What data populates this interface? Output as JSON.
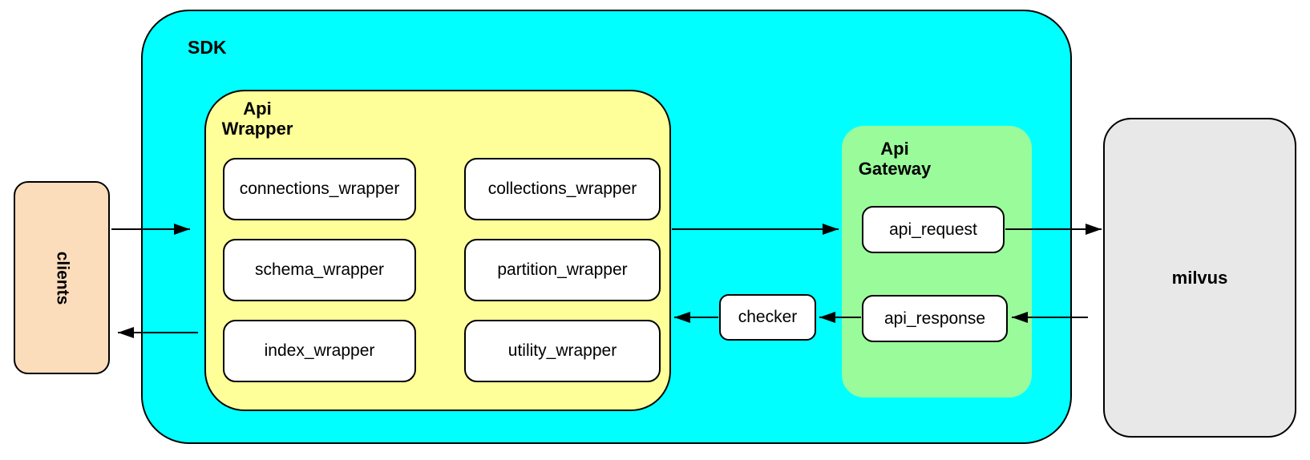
{
  "colors": {
    "sdk_fill": "#00FFFF",
    "api_wrapper_fill": "#FFFF99",
    "api_gateway_fill": "#9AFB9A",
    "clients_fill": "#FBDCBB",
    "milvus_fill": "#E8E8E8",
    "node_fill": "#FFFFFF",
    "stroke": "#000000"
  },
  "nodes": {
    "clients": {
      "label": "clients"
    },
    "sdk": {
      "label": "SDK"
    },
    "api_wrapper": {
      "label": "Api Wrapper",
      "items": [
        "connections_wrapper",
        "collections_wrapper",
        "schema_wrapper",
        "partition_wrapper",
        "index_wrapper",
        "utility_wrapper"
      ]
    },
    "checker": {
      "label": "checker"
    },
    "api_gateway": {
      "label": "Api Gateway",
      "items": [
        "api_request",
        "api_response"
      ]
    },
    "milvus": {
      "label": "milvus"
    }
  },
  "edges": [
    {
      "from": "clients",
      "to": "sdk"
    },
    {
      "from": "api_wrapper",
      "to": "api_gateway"
    },
    {
      "from": "api_request",
      "to": "milvus"
    },
    {
      "from": "milvus",
      "to": "api_response"
    },
    {
      "from": "api_response",
      "to": "checker"
    },
    {
      "from": "checker",
      "to": "api_wrapper"
    },
    {
      "from": "sdk",
      "to": "clients"
    }
  ]
}
